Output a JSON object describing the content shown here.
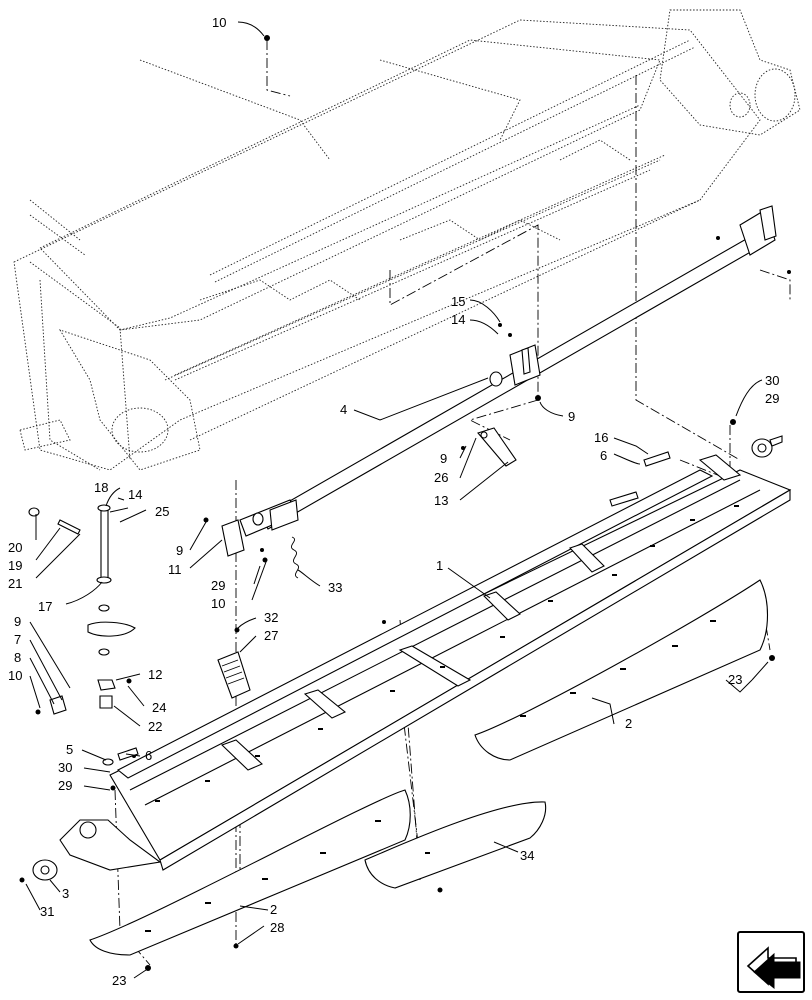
{
  "callouts": [
    {
      "id": "c10a",
      "text": "10"
    },
    {
      "id": "c15",
      "text": "15"
    },
    {
      "id": "c14a",
      "text": "14"
    },
    {
      "id": "c4",
      "text": "4"
    },
    {
      "id": "c9a",
      "text": "9"
    },
    {
      "id": "c30a",
      "text": "30"
    },
    {
      "id": "c29a",
      "text": "29"
    },
    {
      "id": "c16",
      "text": "16"
    },
    {
      "id": "c6a",
      "text": "6"
    },
    {
      "id": "c9b",
      "text": "9"
    },
    {
      "id": "c26",
      "text": "26"
    },
    {
      "id": "c13",
      "text": "13"
    },
    {
      "id": "c18",
      "text": "18"
    },
    {
      "id": "c14b",
      "text": "14"
    },
    {
      "id": "c25",
      "text": "25"
    },
    {
      "id": "c20",
      "text": "20"
    },
    {
      "id": "c19",
      "text": "19"
    },
    {
      "id": "c21",
      "text": "21"
    },
    {
      "id": "c9c",
      "text": "9"
    },
    {
      "id": "c11",
      "text": "11"
    },
    {
      "id": "c29b",
      "text": "29"
    },
    {
      "id": "c10b",
      "text": "10"
    },
    {
      "id": "c33",
      "text": "33"
    },
    {
      "id": "c17",
      "text": "17"
    },
    {
      "id": "c1",
      "text": "1"
    },
    {
      "id": "c32",
      "text": "32"
    },
    {
      "id": "c27",
      "text": "27"
    },
    {
      "id": "c9d",
      "text": "9"
    },
    {
      "id": "c7",
      "text": "7"
    },
    {
      "id": "c8",
      "text": "8"
    },
    {
      "id": "c10c",
      "text": "10"
    },
    {
      "id": "c12",
      "text": "12"
    },
    {
      "id": "c24",
      "text": "24"
    },
    {
      "id": "c22",
      "text": "22"
    },
    {
      "id": "c23a",
      "text": "23"
    },
    {
      "id": "c2a",
      "text": "2"
    },
    {
      "id": "c5",
      "text": "5"
    },
    {
      "id": "c6b",
      "text": "6"
    },
    {
      "id": "c30b",
      "text": "30"
    },
    {
      "id": "c29c",
      "text": "29"
    },
    {
      "id": "c3",
      "text": "3"
    },
    {
      "id": "c31",
      "text": "31"
    },
    {
      "id": "c2b",
      "text": "2"
    },
    {
      "id": "c28",
      "text": "28"
    },
    {
      "id": "c34",
      "text": "34"
    },
    {
      "id": "c23b",
      "text": "23"
    }
  ],
  "colors": {
    "ink": "#000000",
    "paper": "#ffffff"
  },
  "nav_icon": "next-page-arrow-icon"
}
